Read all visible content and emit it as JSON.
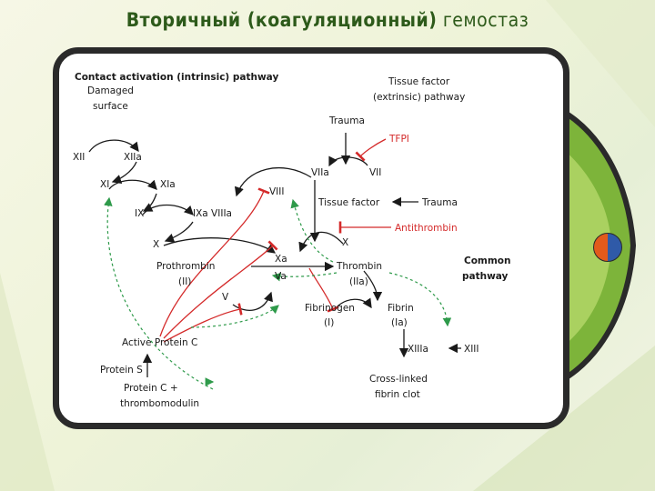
{
  "title": {
    "bold": "Вторичный (коагуляционный)",
    "normal": " гемостаз"
  },
  "labels": {
    "contact": "Contact activation (intrinsic) pathway",
    "damaged1": "Damaged",
    "damaged2": "surface",
    "tissue1": "Tissue factor",
    "tissue2": "(extrinsic) pathway",
    "trauma_top": "Trauma",
    "tfpi": "TFPI",
    "xii": "XII",
    "xiia": "XIIa",
    "viia": "VIIa",
    "vii": "VII",
    "xi": "XI",
    "xia": "XIa",
    "viii": "VIII",
    "tissue_factor": "Tissue factor",
    "trauma_mid": "Trauma",
    "ix": "IX",
    "ixa_viiia": "IXa VIIIa",
    "antithrombin": "Antithrombin",
    "x_left": "X",
    "x_right": "X",
    "xa": "Xa",
    "common1": "Common",
    "common2": "pathway",
    "prothrombin": "Prothrombin",
    "ii": "(II)",
    "va": "Va",
    "thrombin": "Thrombin",
    "iia": "(IIa)",
    "v": "V",
    "fibrinogen": "Fibrinogen",
    "i": "(I)",
    "fibrin": "Fibrin",
    "ia": "(Ia)",
    "active_protein_c": "Active Protein C",
    "xiiia": "XIIIa",
    "xiii": "XIII",
    "protein_s": "Protein S",
    "crosslinked1": "Cross-linked",
    "crosslinked2": "fibrin clot",
    "protein_c1": "Protein C +",
    "protein_c2": "thrombomodulin"
  },
  "colors": {
    "inhibitor": "#d42a2a",
    "feedback": "#2e9a4a",
    "title": "#2d5a1a"
  }
}
